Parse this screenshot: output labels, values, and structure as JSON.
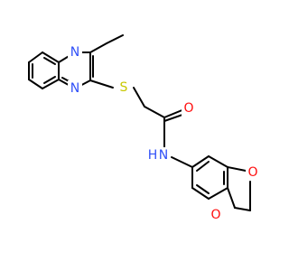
{
  "molecule": {
    "atoms": [
      {
        "id": "n1",
        "label": "N"
      },
      {
        "id": "n4",
        "label": "N"
      },
      {
        "id": "s",
        "label": "S"
      },
      {
        "id": "o",
        "label": "O"
      },
      {
        "id": "nh",
        "label": "N"
      },
      {
        "id": "h",
        "label": "H"
      },
      {
        "id": "o1",
        "label": "O"
      },
      {
        "id": "o2",
        "label": "O"
      }
    ],
    "colors": {
      "bond": "#000000",
      "N": "#3050F8",
      "S": "#C8C800",
      "O": "#FF0D0D"
    }
  }
}
